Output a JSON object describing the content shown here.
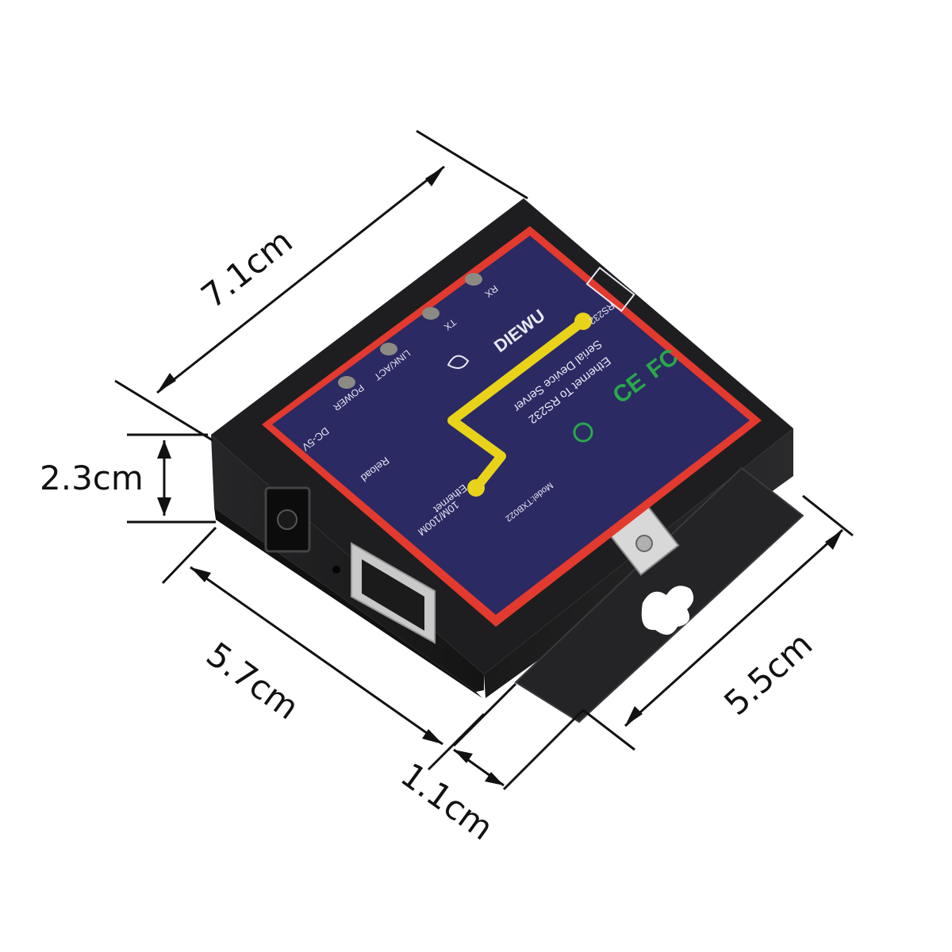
{
  "dimensions": {
    "length": "7.1cm",
    "height": "2.3cm",
    "width": "5.7cm",
    "flange": "1.1cm",
    "depth": "5.5cm"
  },
  "panel": {
    "brand": "DIEWU",
    "product_line1": "Serial Device Server",
    "product_line2": "Ethernet To RS232",
    "model": "Model:TXB022",
    "rs232_label": "RS232",
    "leds": {
      "power": "POWER",
      "link": "LINK/ACT",
      "tx": "TX",
      "rx": "RX"
    },
    "dc": "DC-5V",
    "reload": "Reload",
    "ethernet_line1": "Ethernet",
    "ethernet_line2": "10M/100M",
    "cert_ce": "CE",
    "cert_fc": "FC"
  },
  "colors": {
    "housing": "#1c1c1e",
    "panel": "#2b2a63",
    "panel_border": "#e23a2e",
    "trace": "#e9d21a",
    "cert_green": "#2aa84a"
  }
}
